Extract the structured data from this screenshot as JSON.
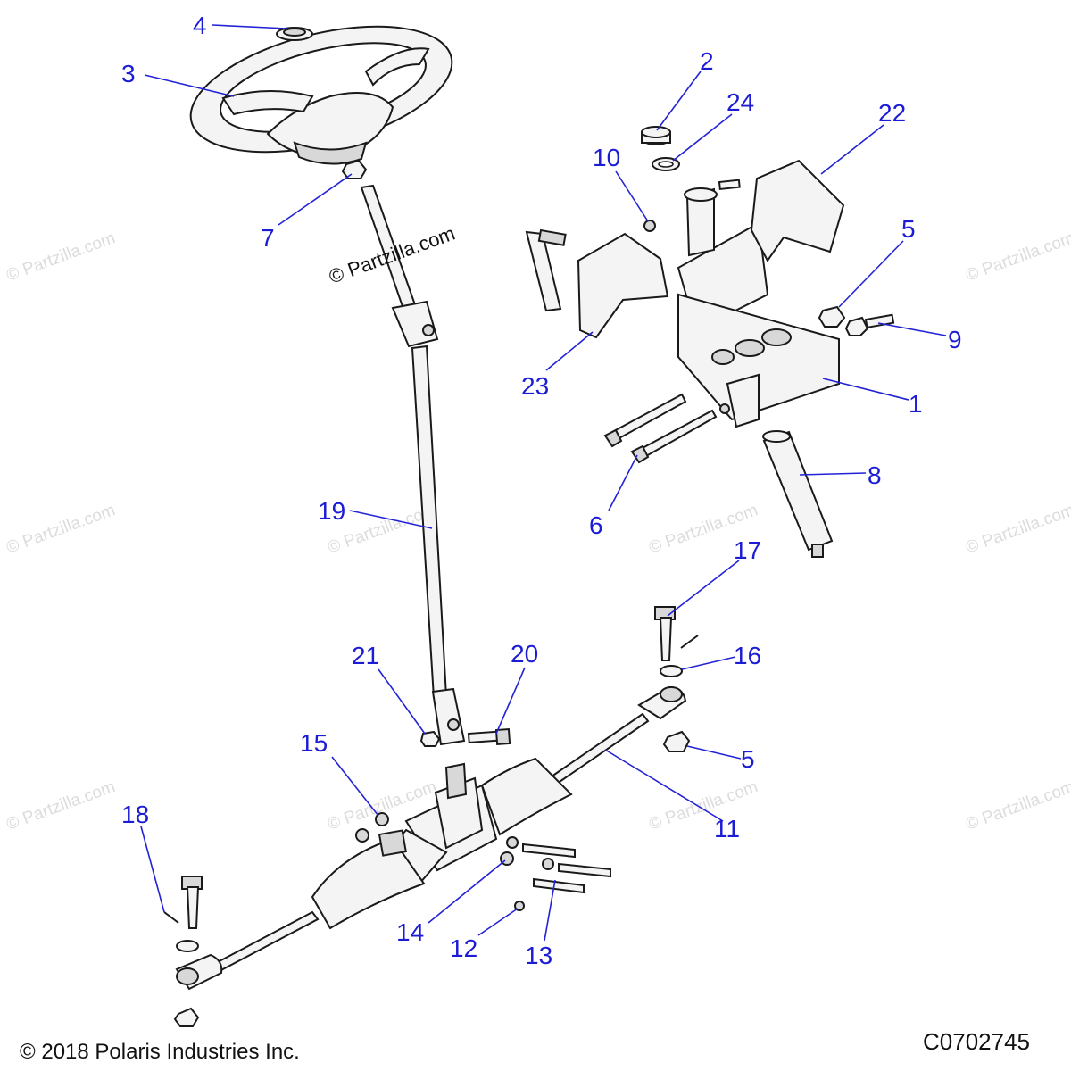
{
  "callouts": {
    "c1": "1",
    "c2": "2",
    "c3": "3",
    "c4": "4",
    "c5a": "5",
    "c5b": "5",
    "c6": "6",
    "c7": "7",
    "c8": "8",
    "c9": "9",
    "c10": "10",
    "c11": "11",
    "c12": "12",
    "c13": "13",
    "c14": "14",
    "c15": "15",
    "c16": "16",
    "c17": "17",
    "c18": "18",
    "c19": "19",
    "c20": "20",
    "c21": "21",
    "c22": "22",
    "c23": "23",
    "c24": "24"
  },
  "watermarks": {
    "main": "© Partzilla.com",
    "tiled": "© Partzilla.com"
  },
  "footer": {
    "copyright": "© 2018 Polaris Industries Inc.",
    "diagram_code": "C0702745"
  },
  "colors": {
    "callout": "#1c1cd4",
    "leader": "#2323d6",
    "outline": "#1a1a1a"
  }
}
